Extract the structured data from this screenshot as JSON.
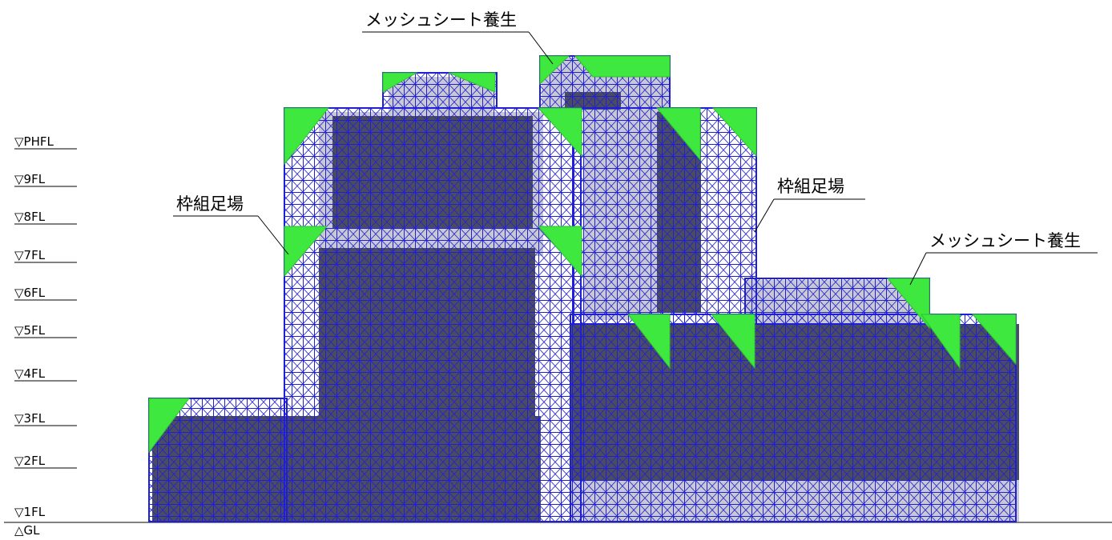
{
  "levels": [
    {
      "key": "phfl",
      "label": "▽PHFL"
    },
    {
      "key": "9fl",
      "label": "▽9FL"
    },
    {
      "key": "8fl",
      "label": "▽8FL"
    },
    {
      "key": "7fl",
      "label": "▽7FL"
    },
    {
      "key": "6fl",
      "label": "▽6FL"
    },
    {
      "key": "5fl",
      "label": "▽5FL"
    },
    {
      "key": "4fl",
      "label": "▽4FL"
    },
    {
      "key": "3fl",
      "label": "▽3FL"
    },
    {
      "key": "2fl",
      "label": "▽2FL"
    },
    {
      "key": "1fl",
      "label": "▽1FL"
    },
    {
      "key": "gl",
      "label": "△GL"
    }
  ],
  "callouts": {
    "mesh_top": "メッシュシート養生",
    "mesh_right": "メッシュシート養生",
    "frame_left": "枠組足場",
    "frame_right": "枠組足場"
  },
  "colors": {
    "scaffold": "#1f1fd6",
    "mesh": "#3ee83e",
    "building_dark": "#4c4c60",
    "building_light": "#c9c9d3"
  }
}
